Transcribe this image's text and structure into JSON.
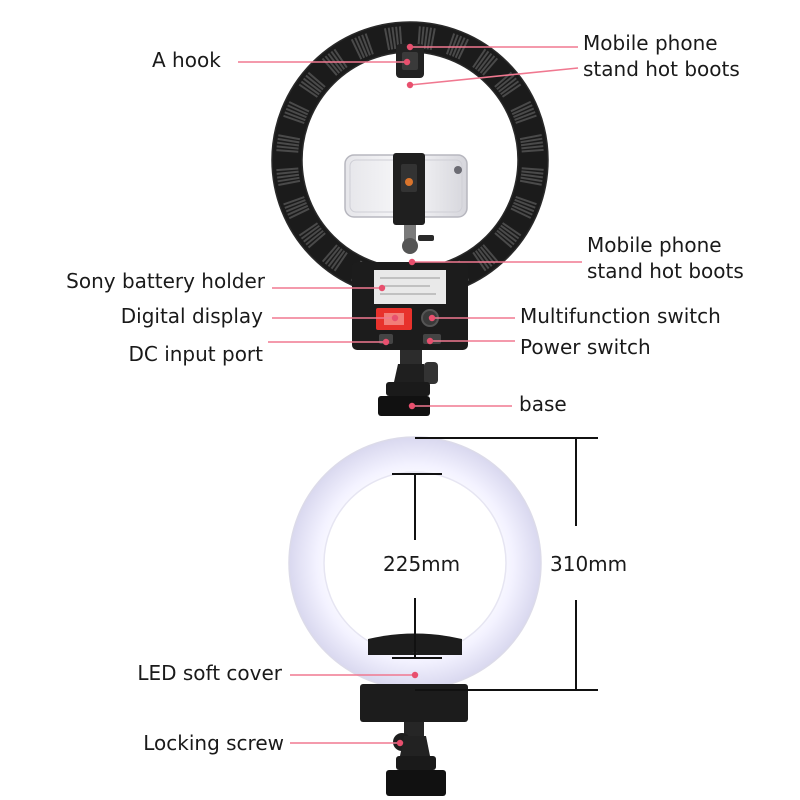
{
  "labels": {
    "hook": "A hook",
    "phone_boots_top_1": "Mobile phone",
    "phone_boots_top_2": "stand hot boots",
    "phone_boots_mid_1": "Mobile phone",
    "phone_boots_mid_2": "stand hot boots",
    "battery_holder": "Sony battery holder",
    "digital_display": "Digital display",
    "dc_port": "DC input port",
    "multifunction_switch": "Multifunction switch",
    "power_switch": "Power switch",
    "base": "base",
    "led_cover": "LED soft cover",
    "locking_screw": "Locking screw"
  },
  "dimensions": {
    "inner_diameter": "225mm",
    "outer_diameter": "310mm"
  },
  "colors": {
    "leader": "#f07890",
    "dot": "#e8506e",
    "ring_body": "#1b1b1b",
    "led_glow": "#f4f3ff",
    "display": "#e8322c"
  }
}
